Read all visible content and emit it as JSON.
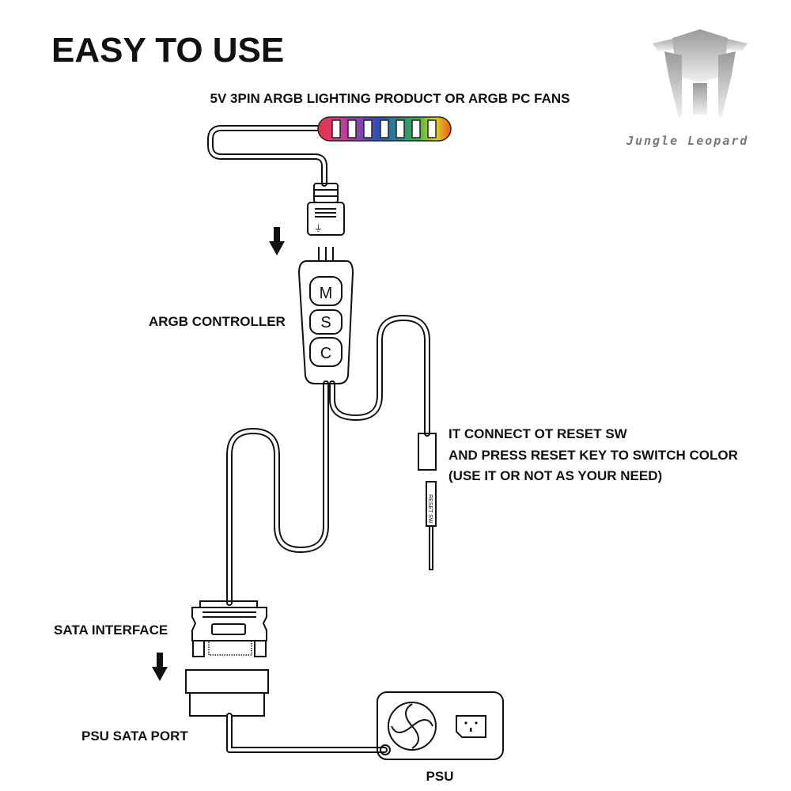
{
  "title": "EASY TO USE",
  "brand": {
    "name": "Jungle Leopard"
  },
  "labels": {
    "argb_product": "5V 3PIN ARGB LIGHTING PRODUCT OR ARGB PC FANS",
    "controller": "ARGB CONTROLLER",
    "reset_line1": "IT CONNECT OT RESET SW",
    "reset_line2": "AND PRESS RESET KEY TO SWITCH COLOR",
    "reset_line3": "(USE IT OR NOT AS YOUR NEED)",
    "reset_pin": "RESET SW",
    "sata_interface": "SATA INTERFACE",
    "psu_sata_port": "PSU SATA PORT",
    "psu": "PSU"
  },
  "controller_buttons": [
    "M",
    "S",
    "C"
  ],
  "led_colors": [
    "#e8343c",
    "#d43a8c",
    "#8e44ad",
    "#2d4fb8",
    "#2a8a8a",
    "#3fae49",
    "#d8d62a",
    "#ef7a1a"
  ]
}
